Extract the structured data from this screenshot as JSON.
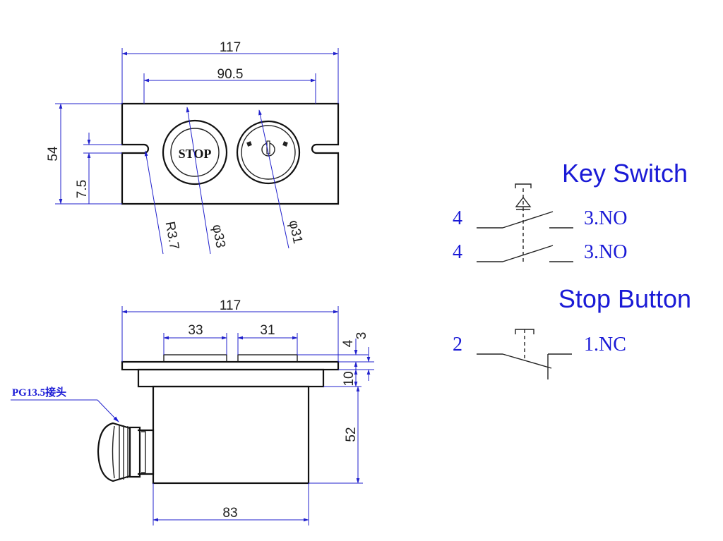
{
  "front_view": {
    "overall_width": "117",
    "hole_spacing": "90.5",
    "height": "54",
    "slot_offset": "7.5",
    "slot_radius": "R3.7",
    "stop_diameter": "φ33",
    "key_diameter": "φ31",
    "stop_label": "STOP"
  },
  "side_view": {
    "overall_width": "117",
    "stop_cap_width": "33",
    "key_cap_width": "31",
    "dim_4": "4",
    "dim_3": "3",
    "dim_10": "10",
    "dim_52": "52",
    "body_width": "83",
    "gland_label": "PG13.5接头"
  },
  "key_switch": {
    "title": "Key Switch",
    "row1_left": "4",
    "row1_right": "3.NO",
    "row2_left": "4",
    "row2_right": "3.NO"
  },
  "stop_button": {
    "title": "Stop Button",
    "left": "2",
    "right": "1.NC"
  },
  "icons": [
    "dimension-arrow-icon",
    "key-symbol-icon",
    "pushbutton-actuator-icon"
  ],
  "colors": {
    "line": "#222222",
    "blue": "#1a1ad6",
    "dim_line": "#2222cc"
  }
}
